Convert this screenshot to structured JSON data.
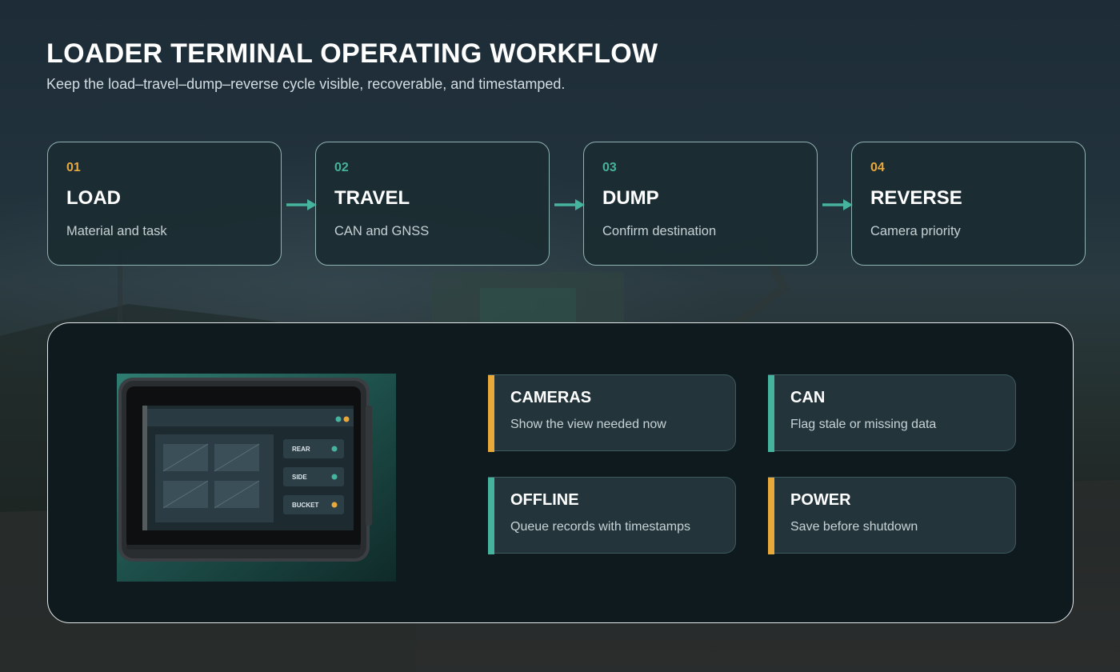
{
  "page": {
    "title": "LOADER TERMINAL OPERATING WORKFLOW",
    "subtitle": "Keep the load–travel–dump–reverse cycle visible, recoverable, and timestamped."
  },
  "colors": {
    "accent_amber": "#e8a93a",
    "accent_teal": "#45b39d",
    "card_border": "#8fb3b5",
    "panel_border": "#e6ecee",
    "panel_bg": "#0f1a1e"
  },
  "steps": [
    {
      "number": "01",
      "title": "LOAD",
      "description": "Material and task",
      "color": "#e8a93a"
    },
    {
      "number": "02",
      "title": "TRAVEL",
      "description": "CAN and GNSS",
      "color": "#45b39d"
    },
    {
      "number": "03",
      "title": "DUMP",
      "description": "Confirm destination",
      "color": "#45b39d"
    },
    {
      "number": "04",
      "title": "REVERSE",
      "description": "Camera priority",
      "color": "#e8a93a"
    }
  ],
  "flow_arrow_icon": "right-arrow-icon",
  "device": {
    "buttons": [
      {
        "label": "REAR",
        "indicator": "#45b39d"
      },
      {
        "label": "SIDE",
        "indicator": "#45b39d"
      },
      {
        "label": "BUCKET",
        "indicator": "#e8a93a"
      }
    ]
  },
  "features": [
    {
      "title": "CAMERAS",
      "description": "Show the view needed now",
      "color": "#e8a93a"
    },
    {
      "title": "CAN",
      "description": "Flag stale or missing data",
      "color": "#45b39d"
    },
    {
      "title": "OFFLINE",
      "description": "Queue records with timestamps",
      "color": "#45b39d"
    },
    {
      "title": "POWER",
      "description": "Save before shutdown",
      "color": "#e8a93a"
    }
  ]
}
